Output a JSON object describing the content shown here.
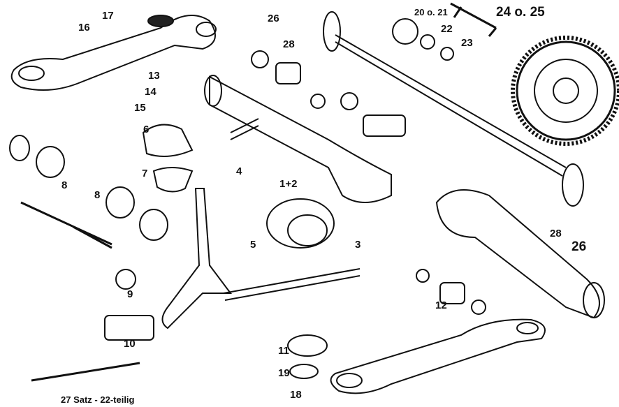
{
  "labels": {
    "p16": "16",
    "p17": "17",
    "p26a": "26",
    "p28a": "28",
    "p20_21": "20 o. 21",
    "p24_25": "24 o. 25",
    "p22": "22",
    "p23": "23",
    "p13": "13",
    "p14": "14",
    "p15": "15",
    "p6": "6",
    "p8a": "8",
    "p7": "7",
    "p4": "4",
    "p1_2": "1+2",
    "p8b": "8",
    "p5": "5",
    "p3": "3",
    "p9": "9",
    "p12": "12",
    "p28b": "28",
    "p26b": "26",
    "p10": "10",
    "p11": "11",
    "p19": "19",
    "p18": "18",
    "p27": "27 Satz - 22-teilig"
  }
}
